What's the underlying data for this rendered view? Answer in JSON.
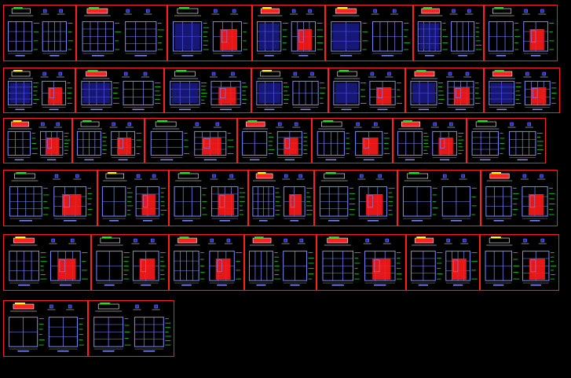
{
  "sheet_rows": [
    {
      "row": 1,
      "panels": 7,
      "layout": "split"
    },
    {
      "row": 2,
      "panels": 7,
      "layout": "split"
    },
    {
      "row": 3,
      "panels": 7,
      "layout": "split"
    },
    {
      "row": 4,
      "panels": 7,
      "layout": "split"
    },
    {
      "row": 5,
      "panels": 7,
      "layout": "mixed"
    },
    {
      "row": 6,
      "panels": 2,
      "layout": "split"
    }
  ],
  "colors": {
    "background": "#000000",
    "frame": "#ff2020",
    "wall_line": "#7b8cff",
    "wall_fill": "#2a2ad8",
    "accent_fill": "#ff1a1a",
    "dimension": "#19e619",
    "annotation": "#ffffff",
    "title_block": "#ffff00",
    "title_fill": "#ff2222"
  },
  "icons": {
    "detail_marker": "blue-square-marker-icon",
    "section_header": "elevation-title-block-icon"
  }
}
